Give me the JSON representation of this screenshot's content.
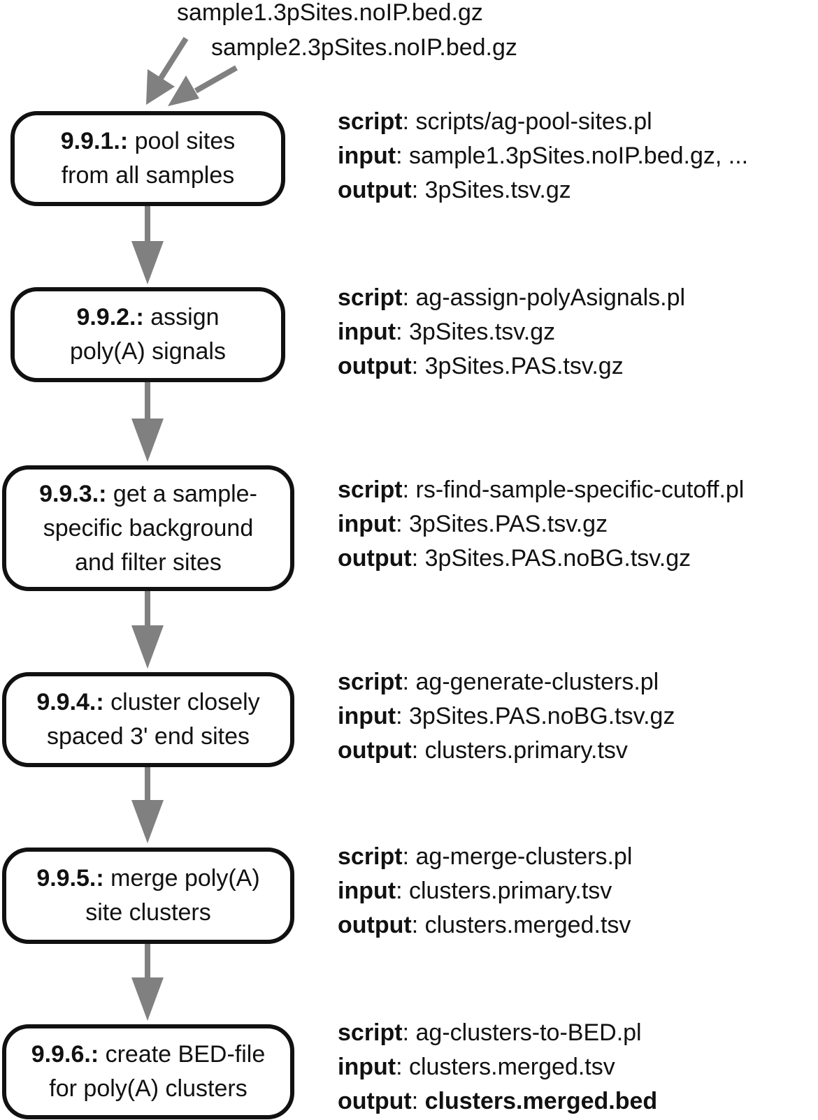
{
  "inputs": [
    "sample1.3pSites.noIP.bed.gz",
    "sample2.3pSites.noIP.bed.gz"
  ],
  "labels": {
    "script": "script",
    "input": "input",
    "output": "output",
    "separator": ": "
  },
  "steps": [
    {
      "number": "9.9.1.:",
      "line1_rest": " pool sites",
      "line2": "from all samples",
      "line3": "",
      "script": "scripts/ag-pool-sites.pl",
      "input": "sample1.3pSites.noIP.bed.gz, ...",
      "output": "3pSites.tsv.gz"
    },
    {
      "number": "9.9.2.:",
      "line1_rest": " assign",
      "line2": "poly(A) signals",
      "line3": "",
      "script": "ag-assign-polyAsignals.pl",
      "input": "3pSites.tsv.gz",
      "output": "3pSites.PAS.tsv.gz"
    },
    {
      "number": "9.9.3.:",
      "line1_rest": " get a sample-",
      "line2": "specific background",
      "line3": "and filter sites",
      "script": "rs-find-sample-specific-cutoff.pl",
      "input": "3pSites.PAS.tsv.gz",
      "output": "3pSites.PAS.noBG.tsv.gz"
    },
    {
      "number": "9.9.4.:",
      "line1_rest": " cluster closely",
      "line2": "spaced 3' end sites",
      "line3": "",
      "script": "ag-generate-clusters.pl",
      "input": "3pSites.PAS.noBG.tsv.gz",
      "output": "clusters.primary.tsv"
    },
    {
      "number": "9.9.5.:",
      "line1_rest": " merge poly(A)",
      "line2": "site clusters",
      "line3": "",
      "script": "ag-merge-clusters.pl",
      "input": "clusters.primary.tsv",
      "output": "clusters.merged.tsv"
    },
    {
      "number": "9.9.6.:",
      "line1_rest": " create BED-file",
      "line2": "for poly(A) clusters",
      "line3": "",
      "script": "ag-clusters-to-BED.pl",
      "input": "clusters.merged.tsv",
      "output": "clusters.merged.bed"
    }
  ],
  "colors": {
    "box_border": "#111111",
    "arrow": "#808080",
    "text": "#111111"
  }
}
